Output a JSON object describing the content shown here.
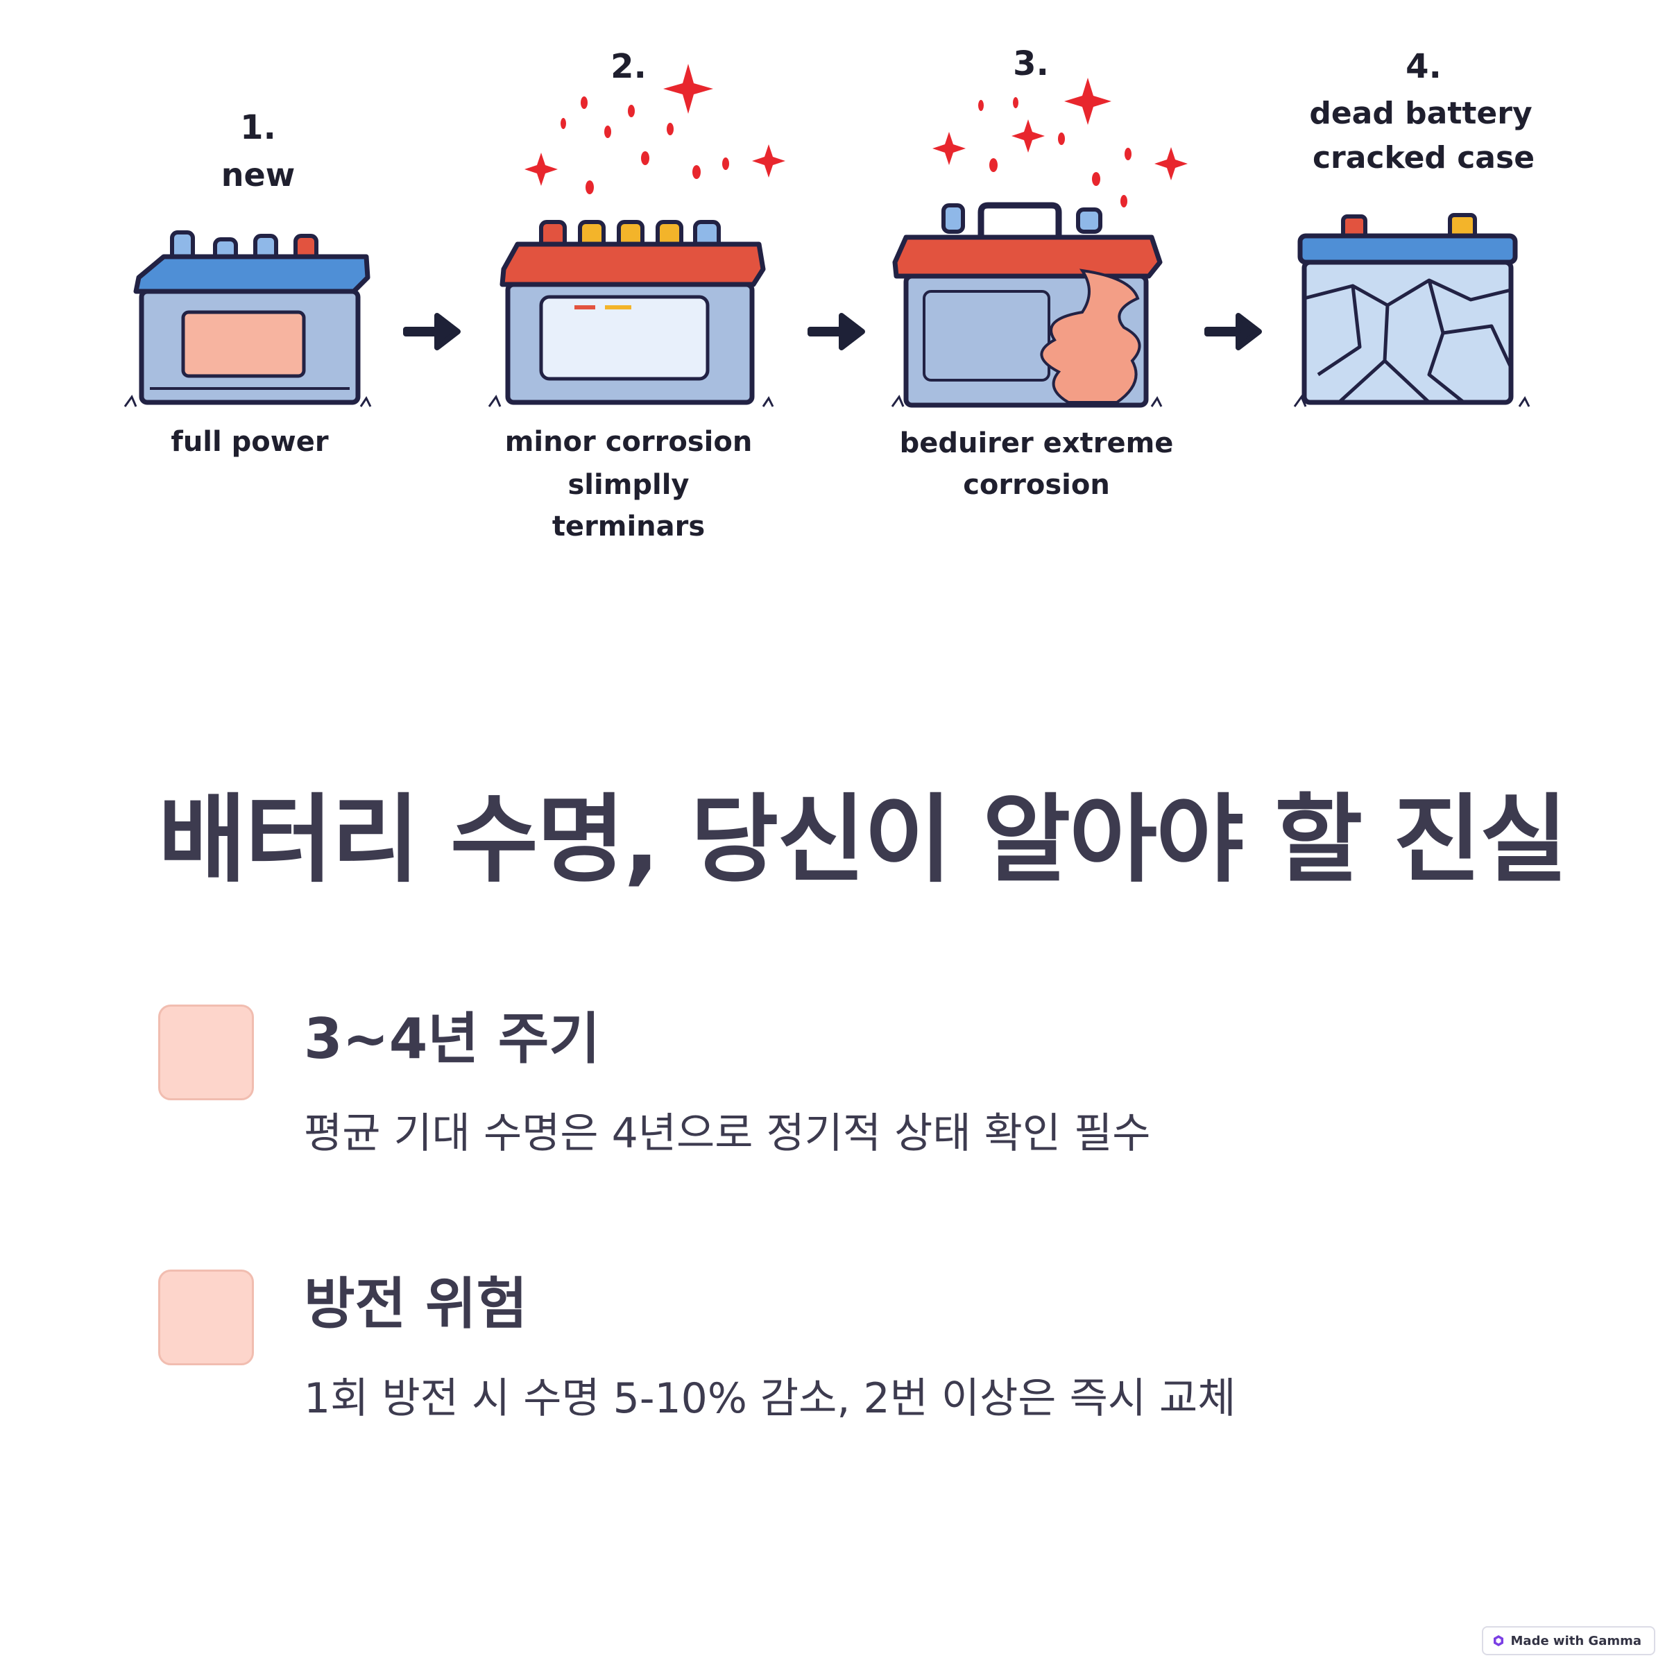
{
  "illustration": {
    "stages": [
      {
        "number": "1.",
        "label": "new",
        "caption": [
          "full power"
        ]
      },
      {
        "number": "2.",
        "label": "",
        "caption": [
          "minor corrosion",
          "slimplly",
          "terminars"
        ]
      },
      {
        "number": "3.",
        "label": "",
        "caption": [
          "beduirer extreme",
          "corrosion"
        ]
      },
      {
        "number": "4.",
        "label": "dead battery",
        "label2": "cracked case",
        "caption": []
      }
    ]
  },
  "title": "배터리 수명, 당신이 알아야 할 진실",
  "features": [
    {
      "heading": "3~4년 주기",
      "description": "평균 기대 수명은 4년으로 정기적 상태 확인 필수"
    },
    {
      "heading": "방전 위험",
      "description": "1회 방전 시 수명 5-10% 감소, 2번 이상은 즉시 교체"
    }
  ],
  "badge": {
    "label": "Made with Gamma"
  },
  "colors": {
    "text": "#3d3b4f",
    "accent_box": "#fdd5cb",
    "battery_blue": "#4f8fd6",
    "battery_red": "#e2533f",
    "spark_red": "#e8262d",
    "terminal_yellow": "#f3b42a"
  }
}
